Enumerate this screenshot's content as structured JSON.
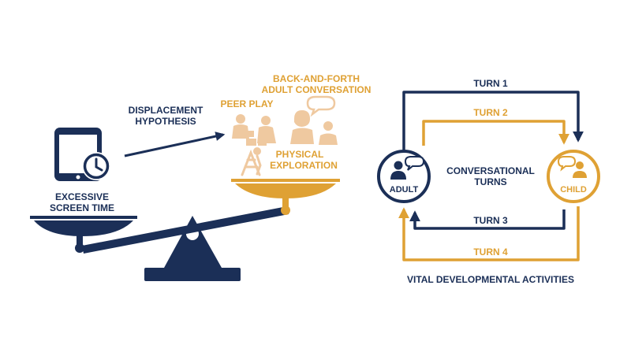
{
  "colors": {
    "navy": "#1b2f57",
    "gold": "#dfa134",
    "beige": "#efc9a0",
    "white": "#ffffff"
  },
  "left": {
    "screen_label": [
      "EXCESSIVE",
      "SCREEN TIME"
    ],
    "hypothesis_label": [
      "DISPLACEMENT",
      "HYPOTHESIS"
    ],
    "peer_play": "PEER PLAY",
    "adult_conversation": [
      "BACK-AND-FORTH",
      "ADULT CONVERSATION"
    ],
    "physical_exploration": [
      "PHYSICAL",
      "EXPLORATION"
    ],
    "icons": [
      "tablet-clock-icon",
      "peer-play-icon",
      "adult-conversation-icon",
      "physical-exploration-icon",
      "balance-scale-icon"
    ]
  },
  "right": {
    "adult_label": "ADULT",
    "child_label": "CHILD",
    "center_label": [
      "CONVERSATIONAL",
      "TURNS"
    ],
    "turns": [
      "TURN 1",
      "TURN 2",
      "TURN 3",
      "TURN 4"
    ],
    "caption": "VITAL DEVELOPMENTAL ACTIVITIES",
    "icons": [
      "adult-speech-icon",
      "child-speech-icon"
    ]
  }
}
